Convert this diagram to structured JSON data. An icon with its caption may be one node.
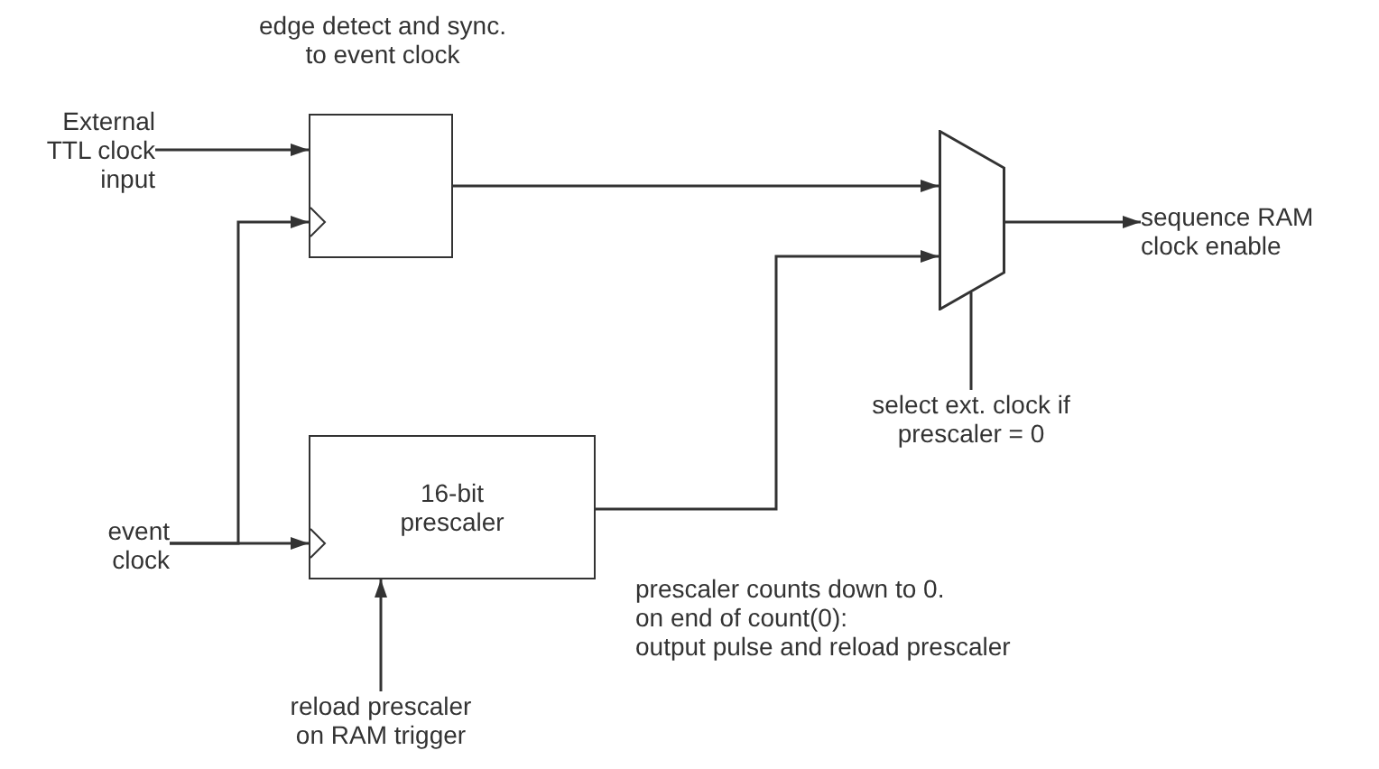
{
  "diagram": {
    "nodes": [
      {
        "text": [
          "edge detect and sync. to event clock"
        ]
      },
      {
        "text": [
          "External TTL clock input"
        ]
      },
      {
        "text": [
          "event clock"
        ]
      },
      {
        "text": [
          "16-bit prescaler"
        ]
      },
      {
        "text": [],
        "shape": "trapezoid"
      },
      {
        "text": [
          "sequence RAM clock enable"
        ]
      },
      {
        "text": [
          "select ext. clock if prescaler = 0"
        ]
      },
      {
        "text": [
          "reload prescaler on RAM trigger"
        ]
      }
    ],
    "edges": [
      {
        "from": 1,
        "to": 0,
        "arrow": "to"
      },
      {
        "from": 2,
        "to": 0,
        "arrow": "to"
      },
      {
        "from": 2,
        "to": 3,
        "arrow": "to"
      },
      {
        "from": 0,
        "to": 4,
        "arrow": "to"
      },
      {
        "from": 3,
        "to": 4,
        "arrow": "to"
      },
      {
        "from": 4,
        "to": 5,
        "arrow": "to"
      },
      {
        "from": 6,
        "to": 4,
        "arrow": "none"
      },
      {
        "from": 7,
        "to": 3,
        "arrow": "to"
      }
    ],
    "labels": [
      "prescaler counts down to 0.",
      "on end of count(0):",
      "output pulse and reload prescaler"
    ]
  }
}
